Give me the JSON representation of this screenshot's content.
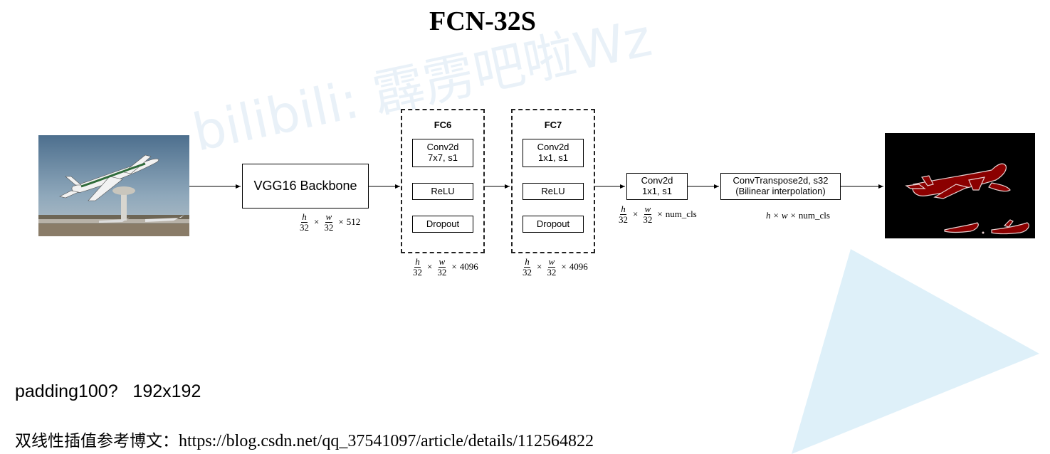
{
  "title": "FCN-32S",
  "watermark": "bilibili: 霹雳吧啦Wz",
  "backbone": {
    "label": "VGG16 Backbone",
    "dim_factor": "512"
  },
  "fc6": {
    "title": "FC6",
    "conv_line1": "Conv2d",
    "conv_line2": "7x7, s1",
    "relu": "ReLU",
    "dropout": "Dropout",
    "dim_factor": "4096"
  },
  "fc7": {
    "title": "FC7",
    "conv_line1": "Conv2d",
    "conv_line2": "1x1, s1",
    "relu": "ReLU",
    "dropout": "Dropout",
    "dim_factor": "4096"
  },
  "conv_cls": {
    "line1": "Conv2d",
    "line2": "1x1, s1",
    "dim_factor": "num_cls"
  },
  "deconv": {
    "line1": "ConvTranspose2d, s32",
    "line2": "(Bilinear interpolation)",
    "dim_factor": "num_cls"
  },
  "math": {
    "h": "h",
    "w": "w",
    "den": "32",
    "times": "×"
  },
  "notes": {
    "padding": "padding100?   192x192",
    "blog_label": "双线性插值参考博文：",
    "blog_url": "https://blog.csdn.net/qq_37541097/article/details/112564822"
  },
  "colors": {
    "mask": "#8b0000",
    "mask_outline": "#e8d0d0",
    "segmentation_bg": "#000000",
    "decor_triangle": "#d6ecf8"
  }
}
